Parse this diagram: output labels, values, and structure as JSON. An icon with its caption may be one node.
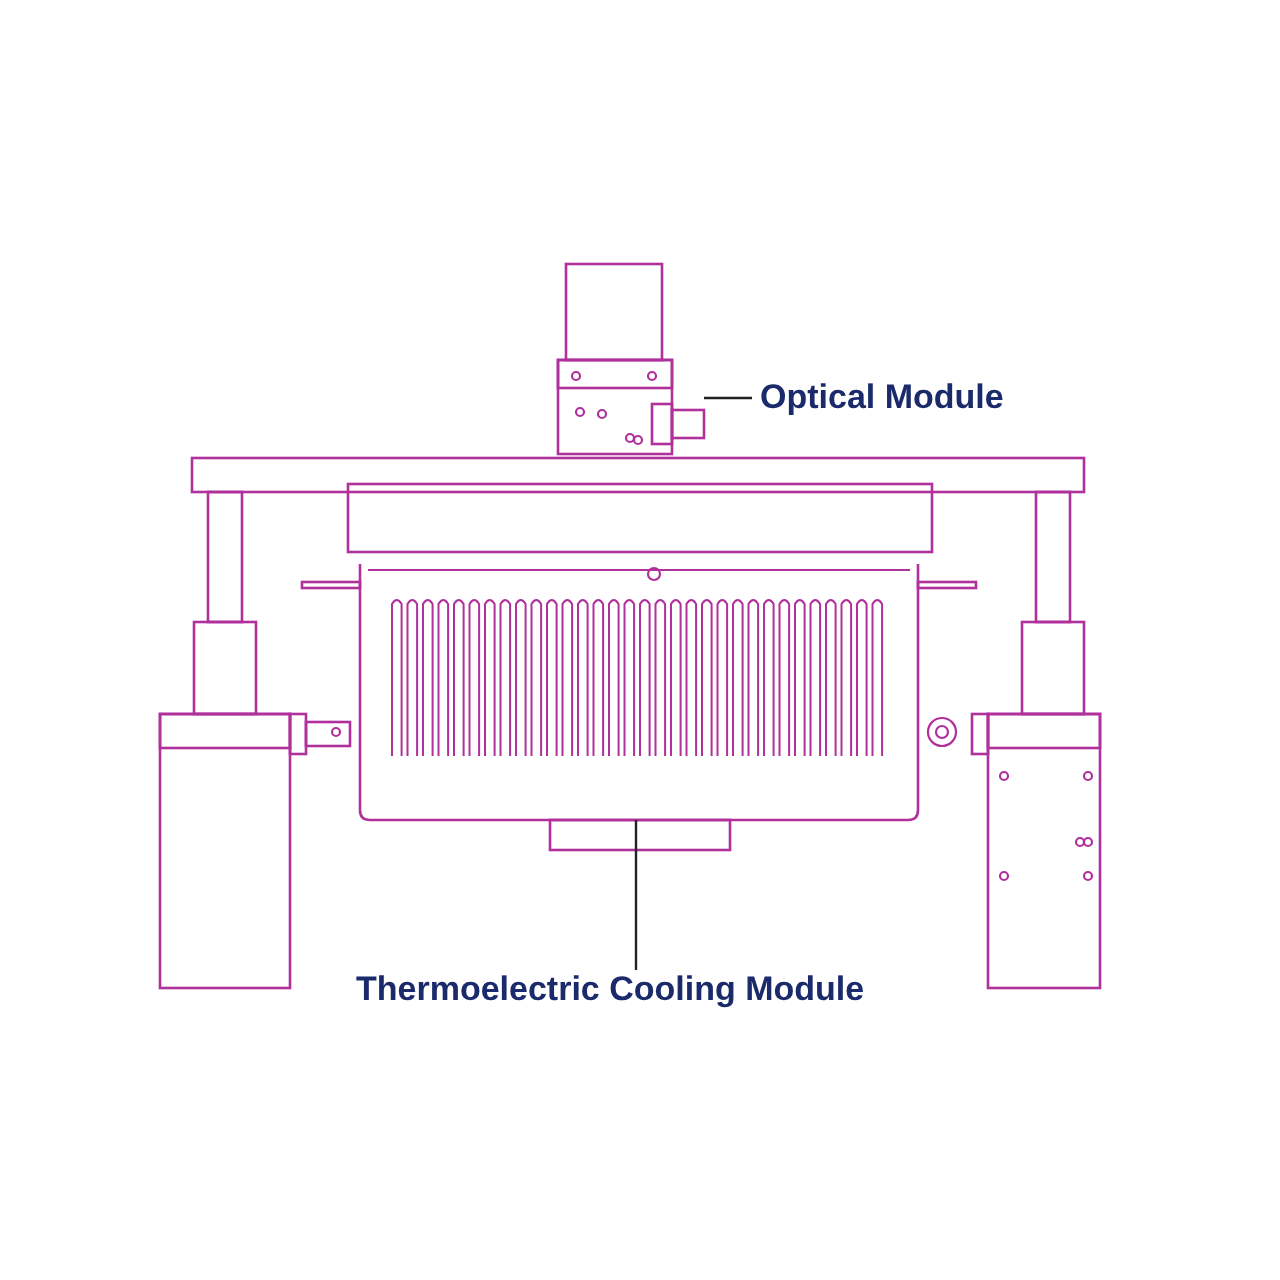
{
  "diagram": {
    "nodes": [
      {
        "text": [
          "Optical Module"
        ]
      },
      {
        "text": [],
        "shape": "picture"
      },
      {
        "text": [
          "Thermoelectric Cooling Module"
        ]
      },
      {
        "text": [],
        "shape": "picture"
      }
    ],
    "edges": [
      {
        "from": 0,
        "to": 1,
        "arrow": "none"
      },
      {
        "from": 2,
        "to": 3,
        "arrow": "none"
      }
    ]
  }
}
